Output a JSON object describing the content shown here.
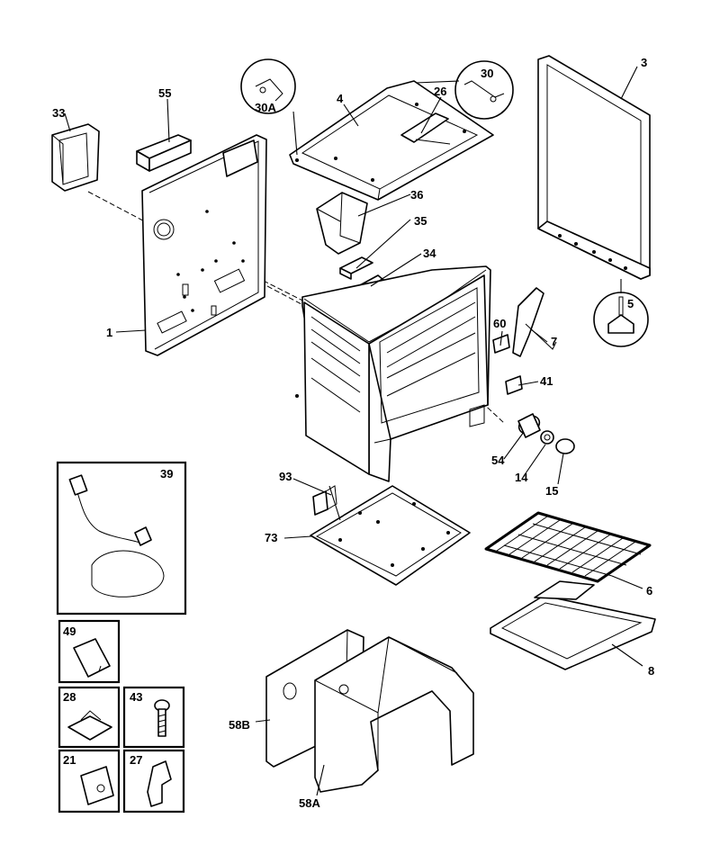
{
  "callouts": {
    "c1": "1",
    "c3": "3",
    "c4": "4",
    "c5": "5",
    "c6": "6",
    "c7": "7",
    "c8": "8",
    "c14": "14",
    "c15": "15",
    "c21": "21",
    "c26": "26",
    "c27": "27",
    "c28": "28",
    "c30": "30",
    "c30a": "30A",
    "c33": "33",
    "c34": "34",
    "c35": "35",
    "c36": "36",
    "c39": "39",
    "c41": "41",
    "c43": "43",
    "c49": "49",
    "c54": "54",
    "c55": "55",
    "c58a": "58A",
    "c58b": "58B",
    "c60": "60",
    "c73": "73",
    "c93": "93"
  }
}
